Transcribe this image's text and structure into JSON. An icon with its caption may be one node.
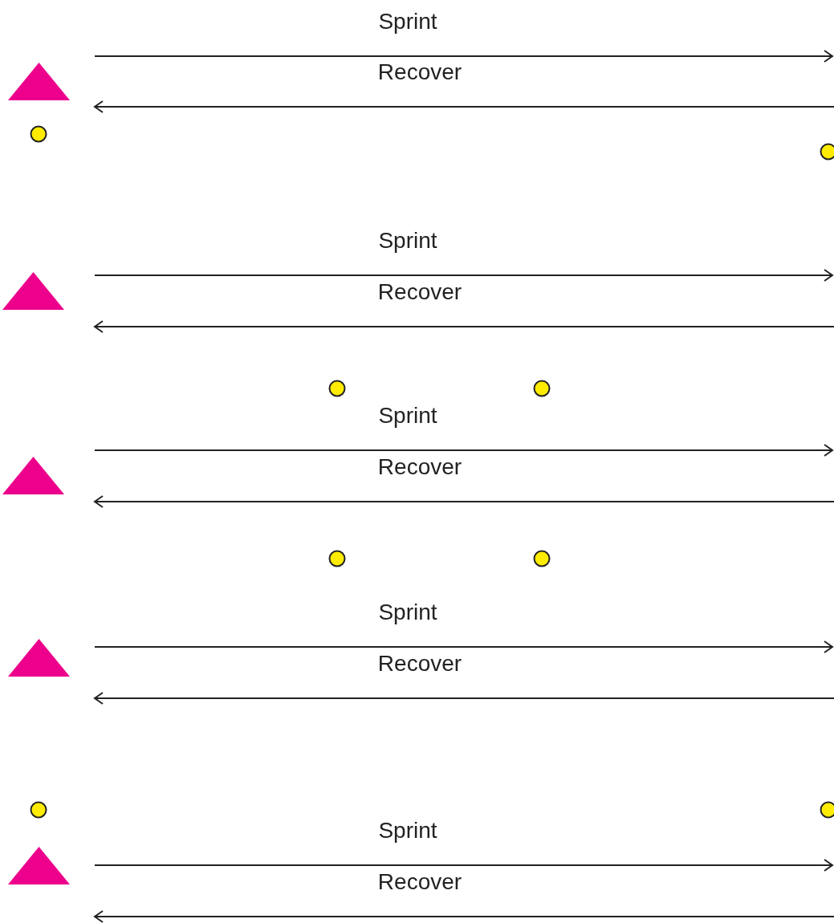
{
  "diagram": {
    "nodes": [
      {
        "text": [],
        "shape": "triangle"
      },
      {
        "text": [],
        "shape": "circle"
      },
      {
        "text": [],
        "shape": "circle"
      },
      {
        "text": [],
        "shape": "triangle"
      },
      {
        "text": [],
        "shape": "circle"
      },
      {
        "text": [],
        "shape": "circle"
      },
      {
        "text": [],
        "shape": "triangle"
      },
      {
        "text": [],
        "shape": "circle"
      },
      {
        "text": [],
        "shape": "circle"
      },
      {
        "text": [],
        "shape": "triangle"
      },
      {
        "text": [],
        "shape": "circle"
      },
      {
        "text": [],
        "shape": "circle"
      },
      {
        "text": [],
        "shape": "triangle"
      }
    ],
    "labels": [
      "Sprint",
      "Recover",
      "Sprint",
      "Recover",
      "Sprint",
      "Recover",
      "Sprint",
      "Recover",
      "Sprint",
      "Recover"
    ]
  }
}
